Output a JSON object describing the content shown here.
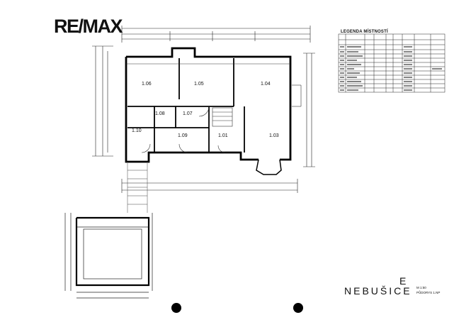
{
  "brand": {
    "logo_text": "RE/MAX"
  },
  "legend": {
    "title": "LEGENDA MÍSTNOSTÍ",
    "row_count": 12
  },
  "rooms": [
    {
      "label": "1.06"
    },
    {
      "label": "1.05"
    },
    {
      "label": "1.04"
    },
    {
      "label": "1.08"
    },
    {
      "label": "1.07"
    },
    {
      "label": "1.10"
    },
    {
      "label": "1.09"
    },
    {
      "label": "1.01"
    },
    {
      "label": "1.03"
    }
  ],
  "title_block": {
    "place": "NEBUŠICE",
    "mark": "E",
    "scale": "M 1:50",
    "floor": "PŮDORYS 1.NP"
  }
}
